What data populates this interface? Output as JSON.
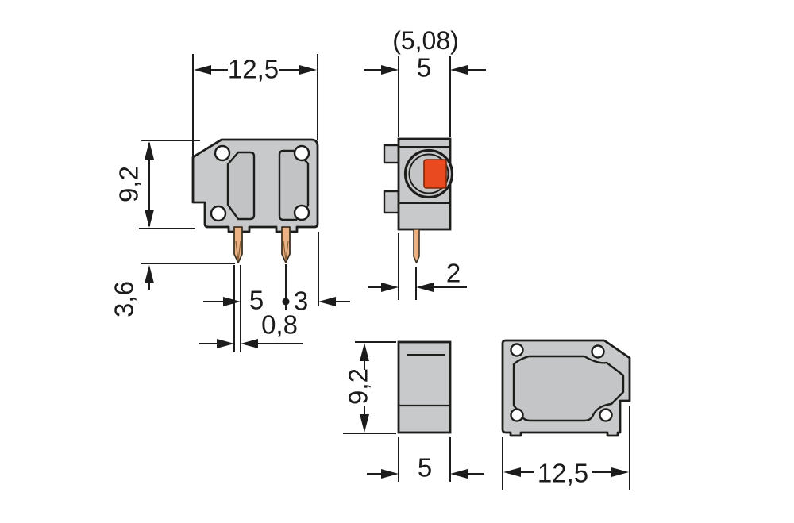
{
  "diagram": {
    "title": "PCB terminal block dimensional drawing",
    "units_note": "",
    "colors": {
      "body_gray": "#c8c9ca",
      "outline_dark": "#1d1d1b",
      "dimension_line": "#1c1c1c",
      "solder_pin_tan": "#ecb283",
      "clamp_orange": "#ea4a1f",
      "hole_white": "#ffffff"
    },
    "views": {
      "side_view_top_left": {
        "name": "side view (left face)",
        "dims": {
          "overall_width": "12,5",
          "overall_height": "9,2",
          "pin_length": "3,6",
          "pin_spacing": "5",
          "pin_to_edge": "3",
          "pin_width": "0,8"
        }
      },
      "front_view_top_right": {
        "name": "front view",
        "dims": {
          "pitch_alternative": "(5,08)",
          "width": "5",
          "pin_offset_from_edge": "2"
        }
      },
      "profile_view_bottom_left": {
        "name": "narrow side profile view",
        "dims": {
          "height": "9,2",
          "width": "5"
        }
      },
      "side_view_bottom_right": {
        "name": "side view (right face)",
        "dims": {
          "overall_width": "12,5"
        }
      }
    }
  }
}
